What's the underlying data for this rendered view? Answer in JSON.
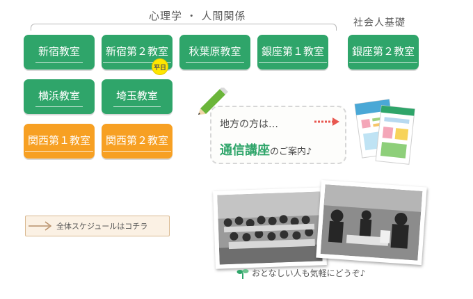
{
  "sections": {
    "psych": "心理学 ・ 人間関係",
    "social": "社会人基礎"
  },
  "classrooms": [
    {
      "label": "新宿教室",
      "color": "green"
    },
    {
      "label": "新宿第２教室",
      "color": "green",
      "badge": "平日"
    },
    {
      "label": "秋葉原教室",
      "color": "green"
    },
    {
      "label": "銀座第１教室",
      "color": "green"
    },
    {
      "label": "銀座第２教室",
      "color": "green"
    },
    {
      "label": "横浜教室",
      "color": "green"
    },
    {
      "label": "埼玉教室",
      "color": "green"
    },
    {
      "label": "関西第１教室",
      "color": "orange"
    },
    {
      "label": "関西第２教室",
      "color": "orange"
    }
  ],
  "correspondence": {
    "top": "地方の方は…",
    "main": "通信講座",
    "sub": "のご案内♪"
  },
  "schedule_link": "全体スケジュールはコチラ",
  "photo_caption": "おとなしい人も気軽にどうぞ♪",
  "colors": {
    "green": "#2fa56a",
    "orange": "#f7a023",
    "badge": "#ffe600"
  }
}
